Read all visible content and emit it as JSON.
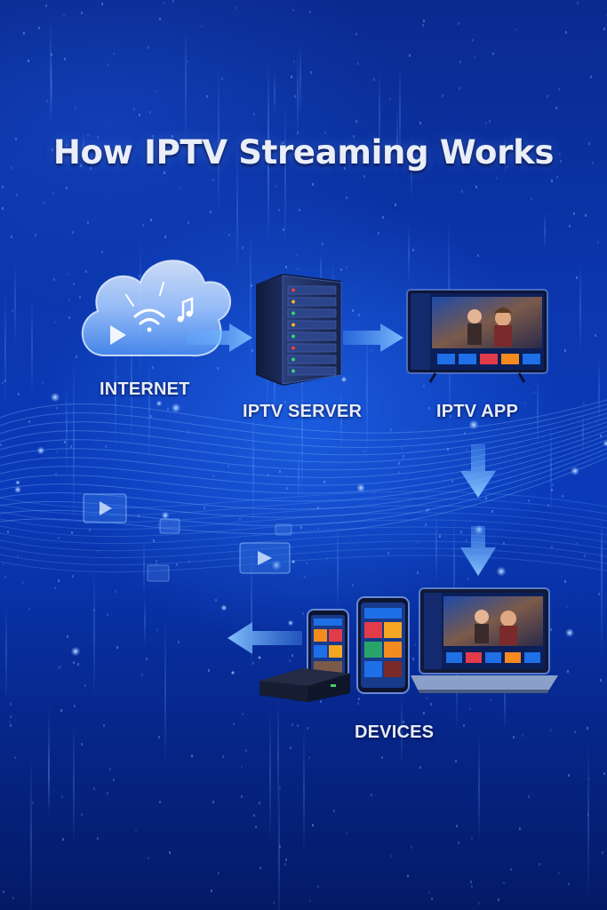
{
  "title": "How IPTV Streaming Works",
  "nodes": {
    "internet": "INTERNET",
    "server": "IPTV SERVER",
    "app": "IPTV APP",
    "devices": "DEVICES"
  },
  "colors": {
    "background": "#0a3aba",
    "arrow": "#5fa8ff",
    "text": "#e6ecf8",
    "tile_blue": "#1f6fe6",
    "tile_red": "#e23b4a",
    "tile_orange": "#f58a1f"
  },
  "icons": [
    "cloud-icon",
    "wifi-icon",
    "play-icon",
    "server-icon",
    "tv-icon",
    "smartphone-icon",
    "laptop-icon",
    "set-top-box-icon"
  ]
}
